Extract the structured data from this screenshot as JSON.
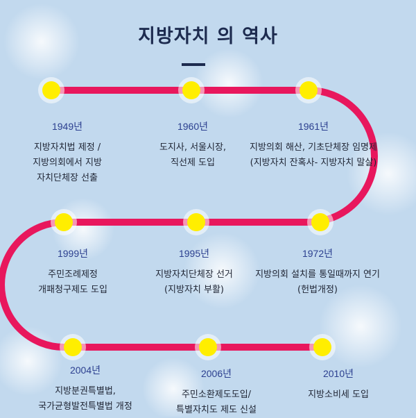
{
  "title": "지방자치 의 역사",
  "colors": {
    "path": "#e8175d",
    "dot": "#ffee00",
    "dot_ring": "#ffffff",
    "title": "#1d2b4f",
    "year": "#2b3f8f"
  },
  "events": [
    {
      "year": "1949년",
      "lines": [
        "지방자치법 제정 /",
        "지방의회에서 지방",
        "자치단체장 선출"
      ]
    },
    {
      "year": "1960년",
      "lines": [
        "도지사, 서울시장,",
        "직선제 도입"
      ]
    },
    {
      "year": "1961년",
      "lines": [
        "지방의회 해산, 기초단체장 임명제",
        "(지방자치 잔혹사- 지방자치 말살)"
      ]
    },
    {
      "year": "1972년",
      "lines": [
        "지방의회 설치를 통일때까지 연기",
        "(헌법개정)"
      ]
    },
    {
      "year": "1995년",
      "lines": [
        "지방자치단체장 선거",
        "(지방자치 부활)"
      ]
    },
    {
      "year": "1999년",
      "lines": [
        "주민조례제정",
        "개패청구제도 도입"
      ]
    },
    {
      "year": "2004년",
      "lines": [
        "지방분권특별법,",
        "국가균형발전특별법 개정"
      ]
    },
    {
      "year": "2006년",
      "lines": [
        "주민소환제도도입/",
        "특별자치도 제도 신설"
      ]
    },
    {
      "year": "2010년",
      "lines": [
        "지방소비세 도입"
      ]
    }
  ]
}
